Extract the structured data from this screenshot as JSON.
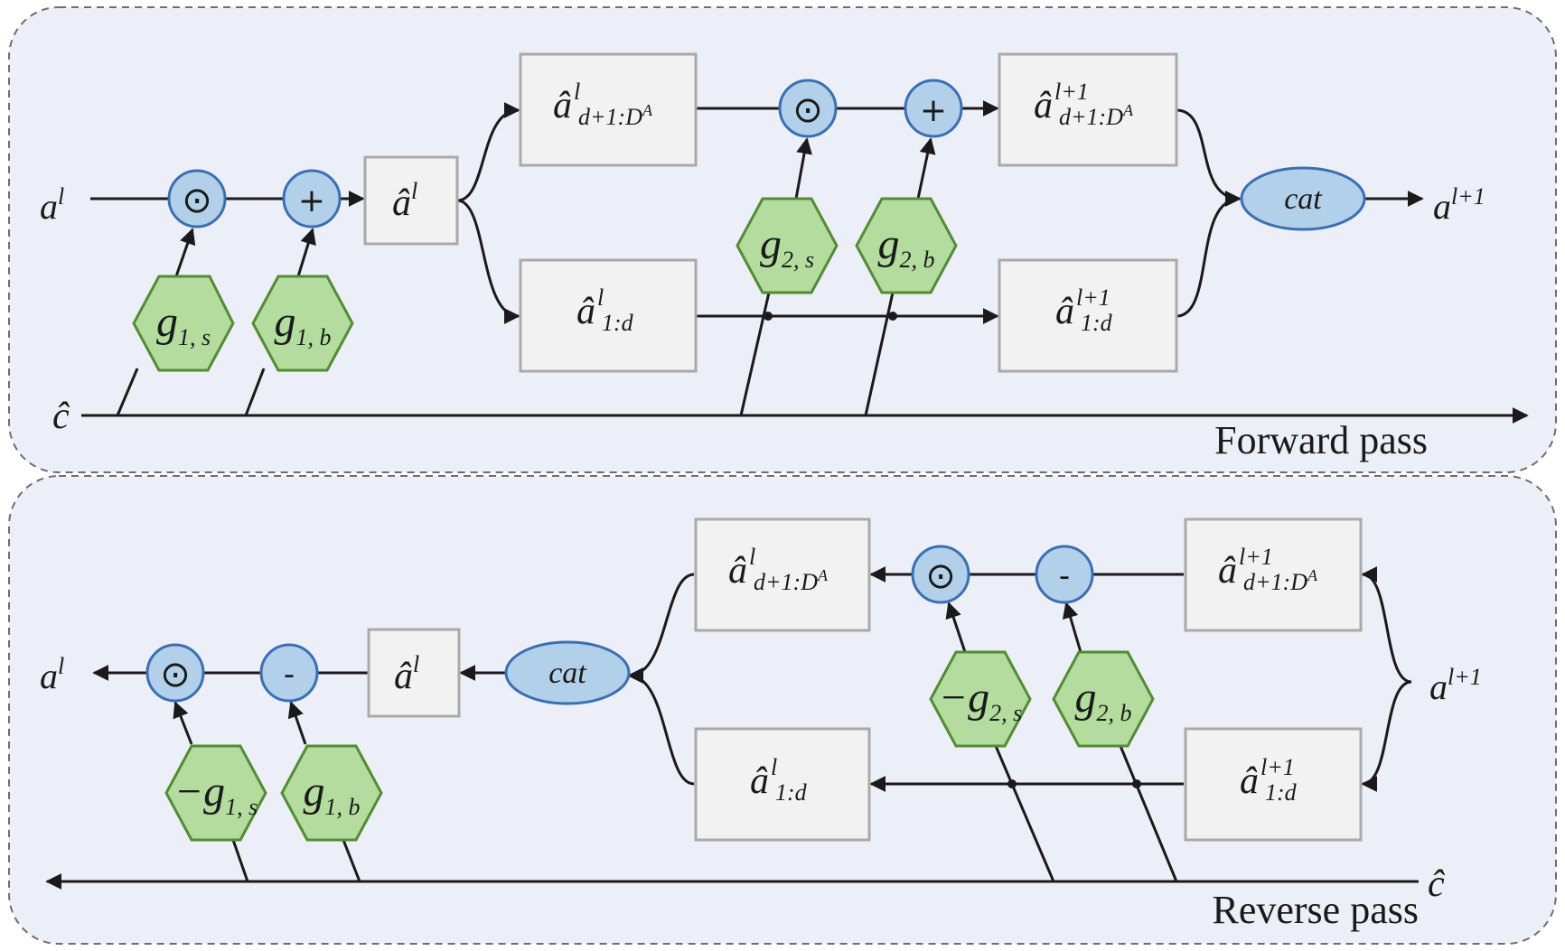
{
  "forward": {
    "caption": "Forward pass",
    "input": {
      "base": "a",
      "sup": "l"
    },
    "output": {
      "base": "a",
      "sup": "l+1"
    },
    "cond": "ĉ",
    "cat": "cat",
    "ops": [
      "⊙",
      "+",
      "⊙",
      "+"
    ],
    "gates": [
      {
        "g": "g",
        "sub": "1, s",
        "prefix": ""
      },
      {
        "g": "g",
        "sub": "1, b",
        "prefix": ""
      },
      {
        "g": "g",
        "sub": "2, s",
        "prefix": ""
      },
      {
        "g": "g",
        "sub": "2, b",
        "prefix": ""
      }
    ],
    "boxes": [
      {
        "base": "â",
        "sup": "l",
        "sub": ""
      },
      {
        "base": "â",
        "sup": "l",
        "sub": "d+1:D",
        "subsup": "A"
      },
      {
        "base": "â",
        "sup": "l",
        "sub": "1:d",
        "subsup": ""
      },
      {
        "base": "â",
        "sup": "l+1",
        "sub": "d+1:D",
        "subsup": "A"
      },
      {
        "base": "â",
        "sup": "l+1",
        "sub": "1:d",
        "subsup": ""
      }
    ]
  },
  "reverse": {
    "caption": "Reverse pass",
    "input": {
      "base": "a",
      "sup": "l+1"
    },
    "output": {
      "base": "a",
      "sup": "l"
    },
    "cond": "ĉ",
    "cat": "cat",
    "ops": [
      "⊙",
      "-",
      "⊙",
      "-"
    ],
    "gates": [
      {
        "g": "g",
        "sub": "1, s",
        "prefix": "−"
      },
      {
        "g": "g",
        "sub": "1, b",
        "prefix": ""
      },
      {
        "g": "g",
        "sub": "2, s",
        "prefix": "−"
      },
      {
        "g": "g",
        "sub": "2, b",
        "prefix": ""
      }
    ],
    "boxes": [
      {
        "base": "â",
        "sup": "l",
        "sub": ""
      },
      {
        "base": "â",
        "sup": "l",
        "sub": "d+1:D",
        "subsup": "A"
      },
      {
        "base": "â",
        "sup": "l",
        "sub": "1:d",
        "subsup": ""
      },
      {
        "base": "â",
        "sup": "l+1",
        "sub": "d+1:D",
        "subsup": "A"
      },
      {
        "base": "â",
        "sup": "l+1",
        "sub": "1:d",
        "subsup": ""
      }
    ]
  },
  "colors": {
    "panel": "#eceff8",
    "box": "#f2f2f2",
    "operator": "#b3d0ea",
    "gate": "#b3dc9e"
  }
}
